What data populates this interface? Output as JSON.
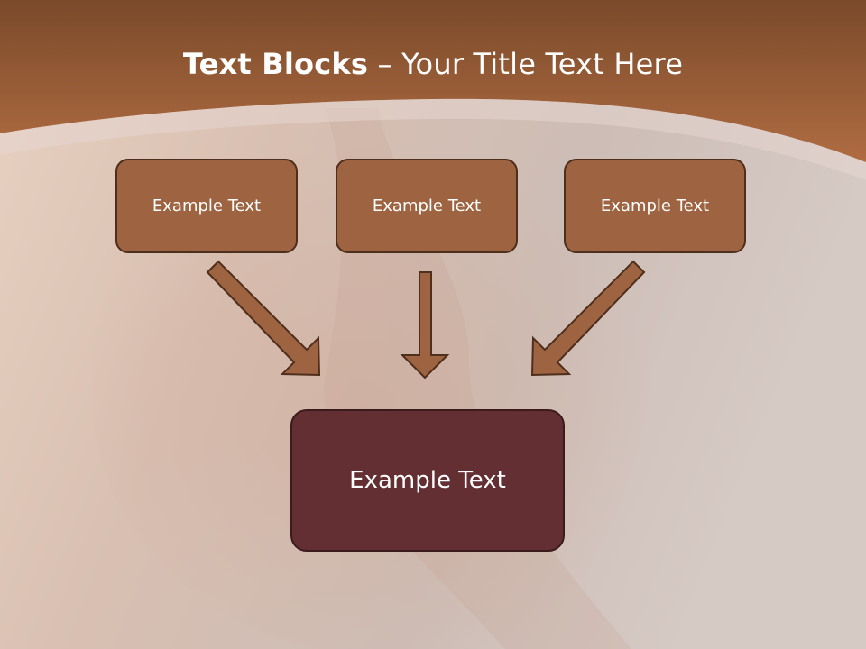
{
  "title": {
    "bold": "Text Blocks",
    "dash": " – ",
    "rest": "Your Title Text Here"
  },
  "boxes": {
    "top": [
      "Example Text",
      "Example Text",
      "Example Text"
    ],
    "bottom": "Example Text"
  },
  "colors": {
    "header_band": "#a4623a",
    "box_fill": "#9e6340",
    "box_border": "#4e2e1c",
    "big_box_fill": "#632f32",
    "arrow_fill": "#9e6340",
    "arrow_border": "#4e2e1c"
  }
}
